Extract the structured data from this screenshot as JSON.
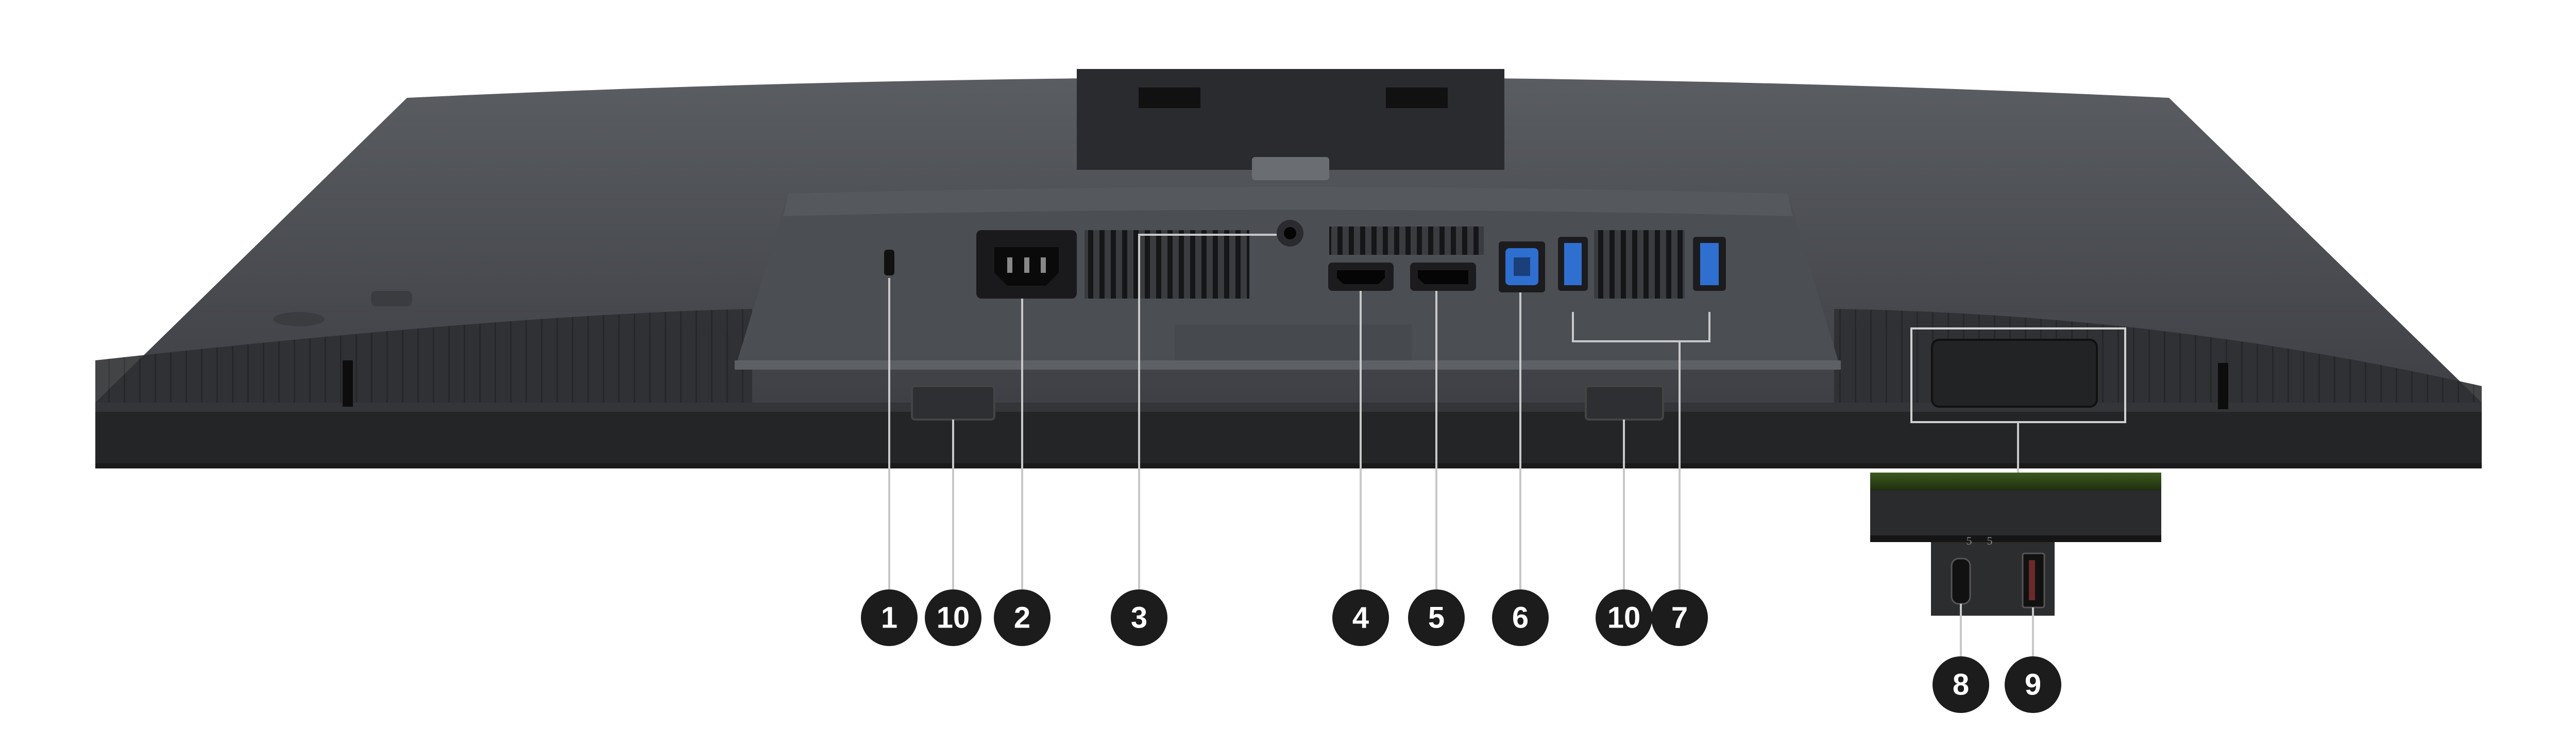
{
  "diagram": {
    "subject": "monitor-rear-ports",
    "colors": {
      "body": "#4a4d52",
      "body_dark": "#2a2b2e",
      "callout": "#1c1c1c",
      "leader_line": "#c8c8c8",
      "usb_blue": "#2f6fd0"
    },
    "main_callouts": [
      {
        "label": "1",
        "target": "security-lock-slot"
      },
      {
        "label": "10",
        "target": "stand-lock-left"
      },
      {
        "label": "2",
        "target": "power-connector"
      },
      {
        "label": "3",
        "target": "audio-line-out"
      },
      {
        "label": "4",
        "target": "hdmi-port"
      },
      {
        "label": "5",
        "target": "displayport"
      },
      {
        "label": "6",
        "target": "usb-b-upstream-port"
      },
      {
        "label": "10",
        "target": "stand-lock-right"
      },
      {
        "label": "7",
        "target": "usb-a-downstream-ports"
      }
    ],
    "inset_callouts": [
      {
        "label": "8",
        "target": "usb-c-port"
      },
      {
        "label": "9",
        "target": "usb-a-port"
      }
    ],
    "inset_usb_labels": [
      "5",
      "5"
    ]
  }
}
